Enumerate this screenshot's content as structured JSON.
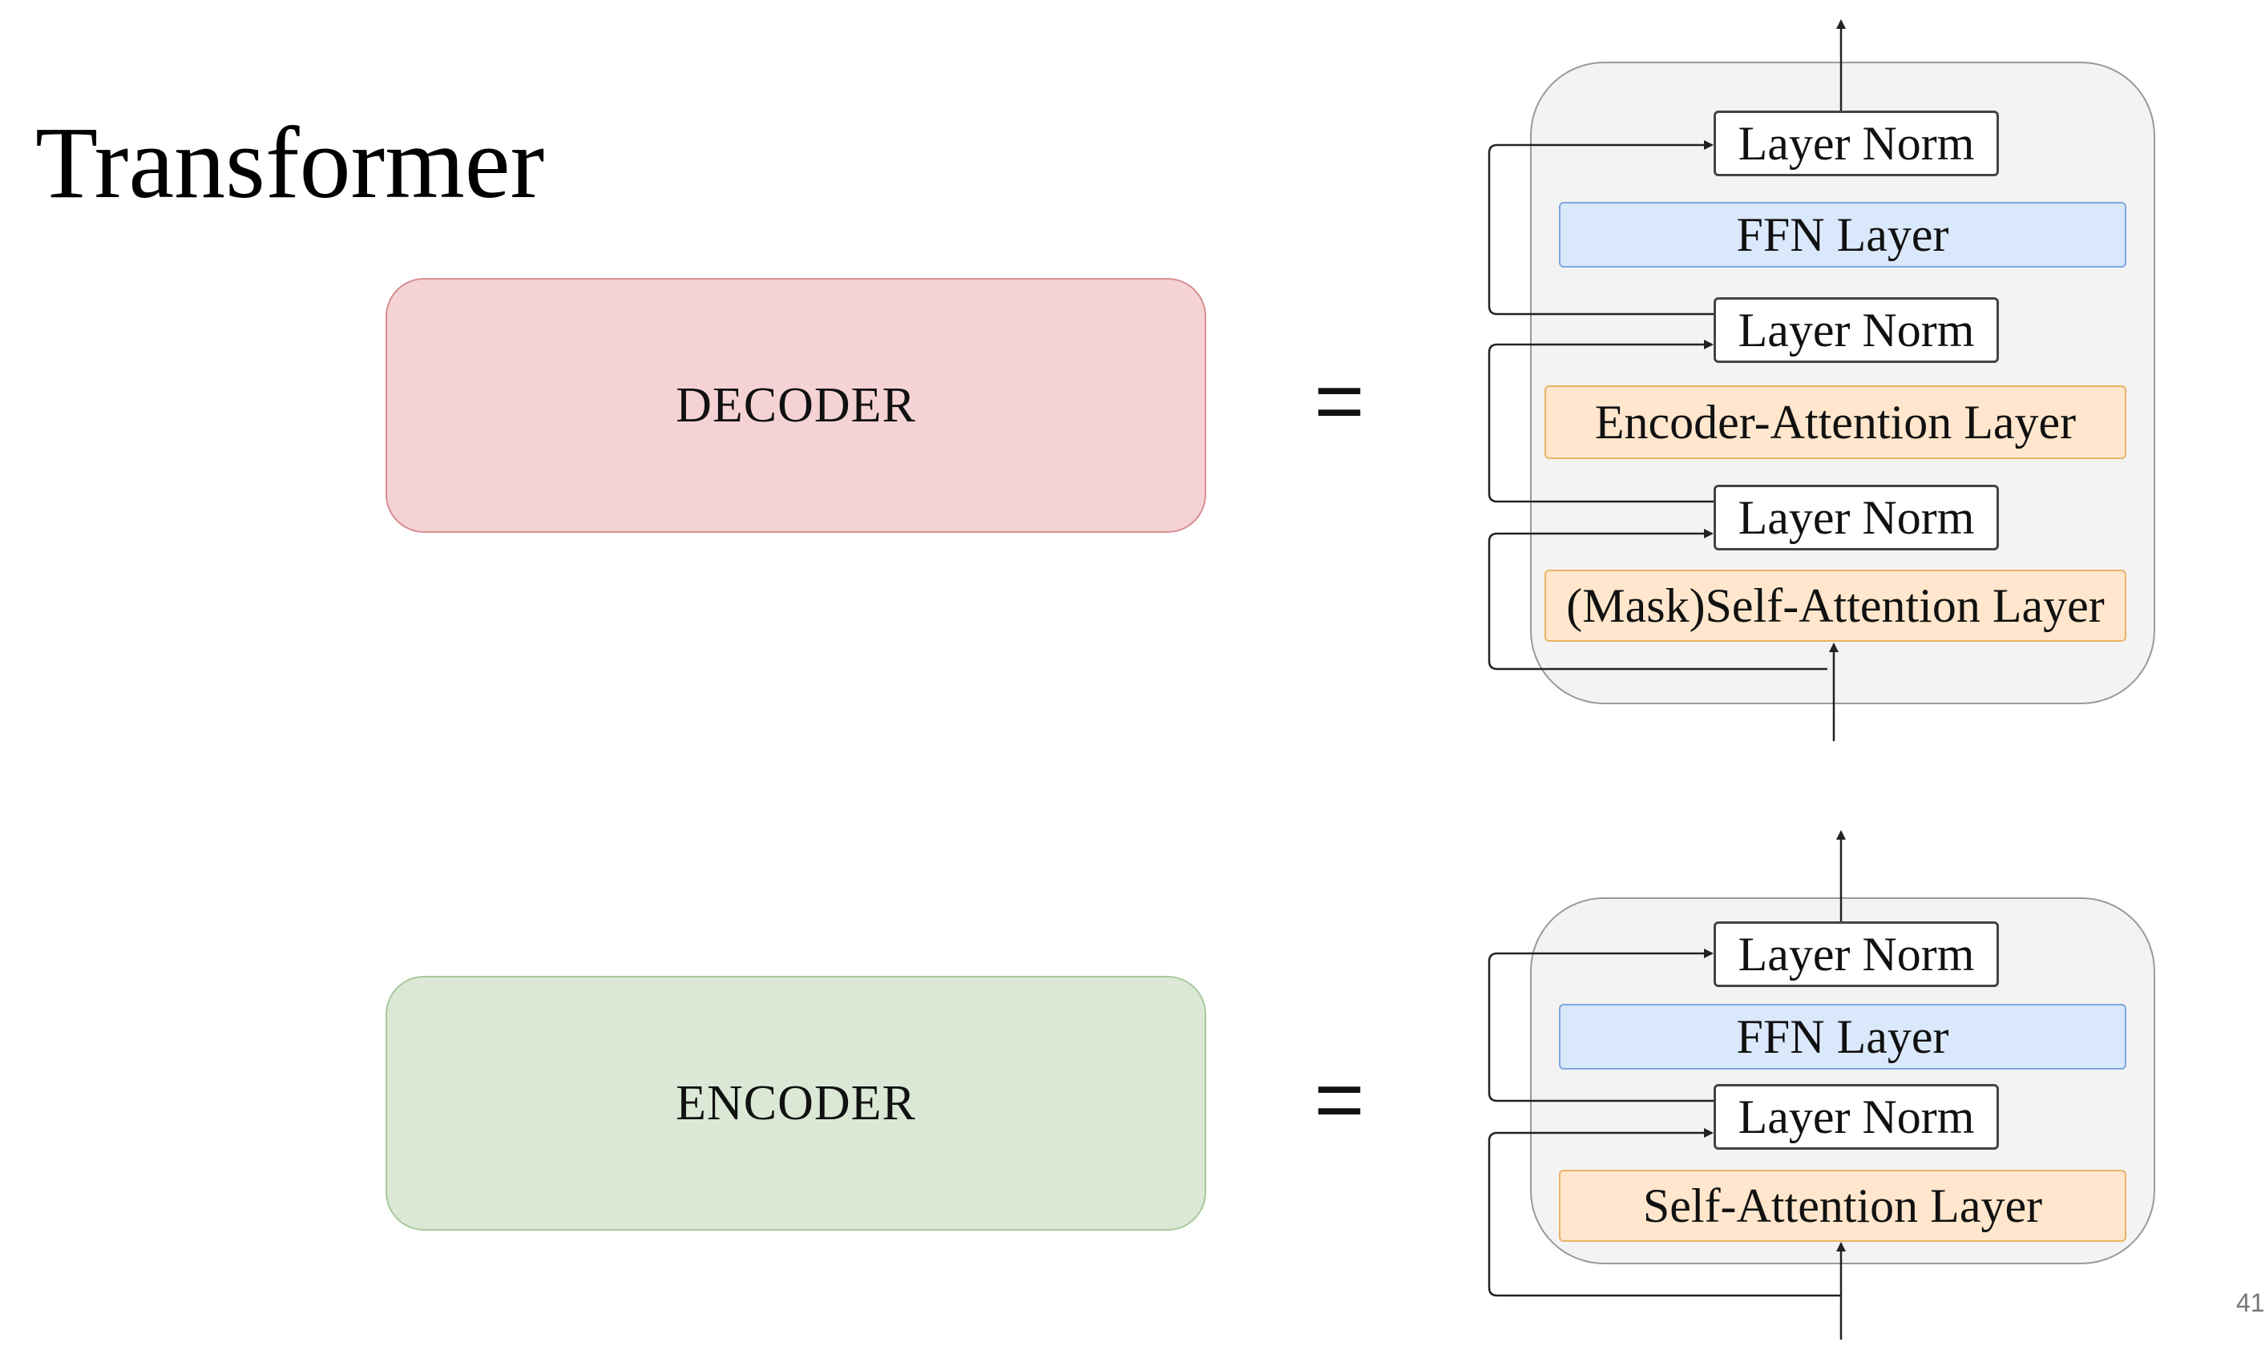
{
  "title": "Transformer",
  "decoder": {
    "label": "DECODER",
    "fill": "#f5d3d5",
    "border": "#d88f94",
    "equals": "=",
    "layers": {
      "norm_top": "Layer Norm",
      "ffn": "FFN Layer",
      "norm_mid": "Layer Norm",
      "enc_attn": "Encoder-Attention Layer",
      "norm_bottom": "Layer Norm",
      "self_attn": "(Mask)Self-Attention Layer"
    }
  },
  "encoder": {
    "label": "ENCODER",
    "fill": "#dae8d5",
    "border": "#a9c99c",
    "equals": "=",
    "layers": {
      "norm_top": "Layer Norm",
      "ffn": "FFN Layer",
      "norm_bottom": "Layer Norm",
      "self_attn": "Self-Attention Layer"
    }
  },
  "colors": {
    "ffn_fill": "#dae8fc",
    "ffn_border": "#7ea6e0",
    "attn_fill": "#ffe6cc",
    "attn_border": "#e8b465",
    "block_fill": "#f3f3f3",
    "wire": "#222222"
  },
  "page_number": "41"
}
